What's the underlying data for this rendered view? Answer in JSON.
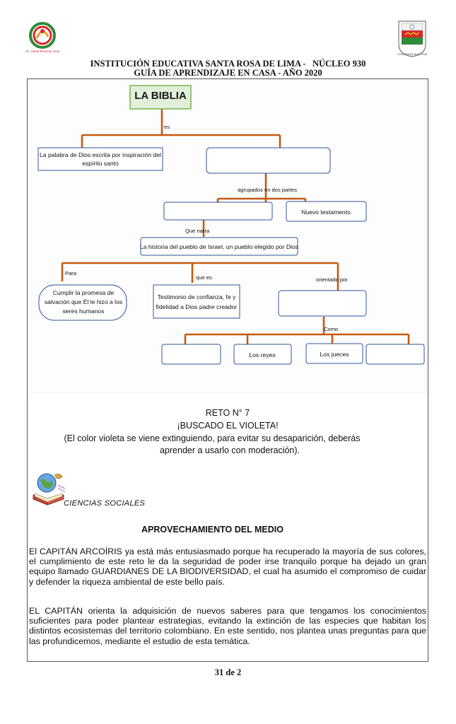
{
  "header": {
    "left_logo_caption": "I.E. Santa Rosa de Lima",
    "right_logo_caption": "CONVIVENCIA ACTIVA",
    "line1": "INSTITUCIÓN EDUCATIVA SANTA ROSA DE LIMA -   NÚCLEO 930",
    "line2": "GUÍA DE APRENDIZAJE EN CASA - AÑO 2020"
  },
  "diagram": {
    "title": "LA BIBLIA",
    "label_es": "es",
    "node_palabra_line1": "La palabra de Dios escrita por inspiración del",
    "node_palabra_line2": "espíritu santo",
    "node_blank_1": "",
    "label_agrupados": "agrupados en dos partes",
    "node_blank_2": "",
    "node_nuevo": "Nuevo testamento",
    "label_narra": "Que narra",
    "node_historia": "La historia del pueblo de Israel, un pueblo elegido por Dios",
    "label_para": "Para",
    "label_que_es": "que es",
    "label_orientado": "orientado por",
    "node_promesa_line1": "Cumplir la promesa de",
    "node_promesa_line2": "salvación  que Él le hizo a los",
    "node_promesa_line3": "seres humanos",
    "node_testimonio_line1": "Testimonio de confianza, fe y",
    "node_testimonio_line2": "fidelidad a Dios padre creador",
    "node_blank_3": "",
    "label_como": "Como",
    "node_blank_4": "",
    "node_reyes": "Los reyes",
    "node_jueces": "Los jueces",
    "node_blank_5": ""
  },
  "reto": {
    "number": "RETO N° 7",
    "title": "¡BUSCADO EL VIOLETA!",
    "note_line1": "(El color violeta se viene extinguiendo, para evitar su desaparición, deberás",
    "note_line2": "aprender a usarlo con moderación)."
  },
  "section": {
    "label": "CIENCIAS SOCIALES",
    "heading": "APROVECHAMIENTO DEL MEDIO"
  },
  "paragraphs": {
    "p1": "El CAPITÁN ARCOÍRIS ya está más entusiasmado porque ha recuperado la mayoría de sus colores, el cumplimiento de este reto le da la seguridad de poder irse tranquilo porque ha dejado un gran equipo llamado GUARDIANES DE LA BIODIVERSIDAD, el cual ha asumido el compromiso de cuidar y defender la riqueza ambiental de este bello país.",
    "p2": "EL CAPITÁN orienta la adquisición de nuevos saberes para que tengamos los conocimientos suficientes para poder plantear estrategias, evitando la extinción de las especies que habitan los distintos ecosistemas del territorio colombiano. En este sentido, nos plantea unas preguntas para que las profundicemos, mediante el estudio de esta temática."
  },
  "footer": {
    "page": "31 de 2"
  },
  "colors": {
    "connector": "#c55a11",
    "node_border": "#2f5597",
    "title_border": "#70ad47",
    "title_fill": "#e2efda"
  }
}
